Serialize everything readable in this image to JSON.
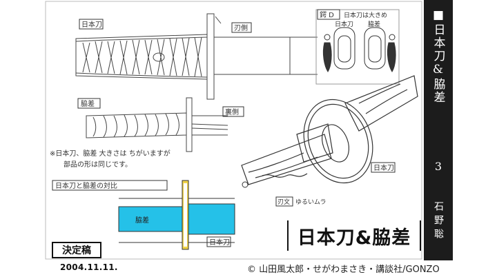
{
  "side_title": {
    "square": "■",
    "title": "日本刀&脇差",
    "number": "3",
    "artist": "石野聡"
  },
  "stamp_label": "決定稿",
  "date": "2004.11.11.",
  "copyright": "© 山田風太郎・せがわまさき・講談社/GONZO",
  "logo": "日本刀&脇差",
  "notes": {
    "label_katana_top": "日本刀",
    "label_kaiten": "刃側",
    "label_wakizashi": "脇差",
    "label_ura": "裏側",
    "label_tsuba_note": "鍔 D",
    "label_tsuba_desc": "日本刀は大きめ",
    "label_tsuba_a": "日本刀",
    "label_tsuba_b": "脇差",
    "desc_line1": "※日本刀、脇差 大きさは ちがいますが",
    "desc_line2": "部品の形は同じです。",
    "compare_label": "日本刀と脇差の対比",
    "compare_blue": "脇差",
    "compare_katana": "日本刀",
    "katana_right": "日本刀",
    "hamon_label": "刃文",
    "hamon_note": "ゆるいムラ"
  },
  "colors": {
    "panel": "#1c1c1c",
    "blade_blue": "#25c1e8",
    "habaki_yellow": "#f0d348"
  }
}
